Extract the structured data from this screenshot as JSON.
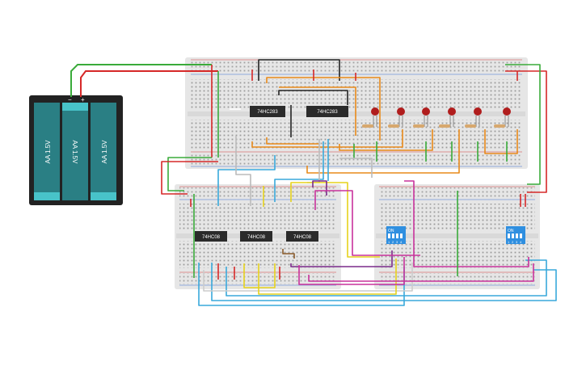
{
  "canvas": {
    "background": "#ffffff"
  },
  "colors": {
    "breadboard": "#e6e6e6",
    "breadboard_center": "#d9d9d9",
    "hole": "#9a9a9a",
    "rail_red": "#d13b3b",
    "rail_blue": "#3b6fd1",
    "chip": "#2b2b2b",
    "battery_case": "#222222",
    "battery_cell": "#2a7f84",
    "battery_cap": "#48c3c9",
    "led": "#b01d1d",
    "dip_switch": "#2f8fe0",
    "wire_red": "#d62828",
    "wire_green": "#3aab3a",
    "wire_black": "#222222",
    "wire_orange": "#e88a1a",
    "wire_blue": "#39a9db",
    "wire_yellow": "#e6d21c",
    "wire_purple": "#7a2a8a",
    "wire_magenta": "#c8329c",
    "wire_gray": "#bbbbbb",
    "wire_white": "#f4f4f4",
    "wire_brown": "#8a5a2a"
  },
  "battery": {
    "cells": [
      {
        "label": "AA 1.5V",
        "orientation": "down"
      },
      {
        "label": "AA 1.5V",
        "orientation": "up"
      },
      {
        "label": "AA 1.5V",
        "orientation": "down"
      }
    ],
    "terminal_plus": "+",
    "terminal_minus": "−"
  },
  "chips": {
    "top_left": "74HC283",
    "top_right": "74HC283",
    "bottom_1": "74HC08",
    "bottom_2": "74HC08",
    "bottom_3": "74HC08"
  },
  "dip_switches": {
    "left": {
      "on_label": "ON",
      "pins": [
        "1",
        "2",
        "3",
        "4"
      ]
    },
    "right": {
      "on_label": "ON",
      "pins": [
        "1",
        "2",
        "3",
        "4"
      ]
    }
  },
  "leds": {
    "count": 6,
    "color_name": "red"
  }
}
